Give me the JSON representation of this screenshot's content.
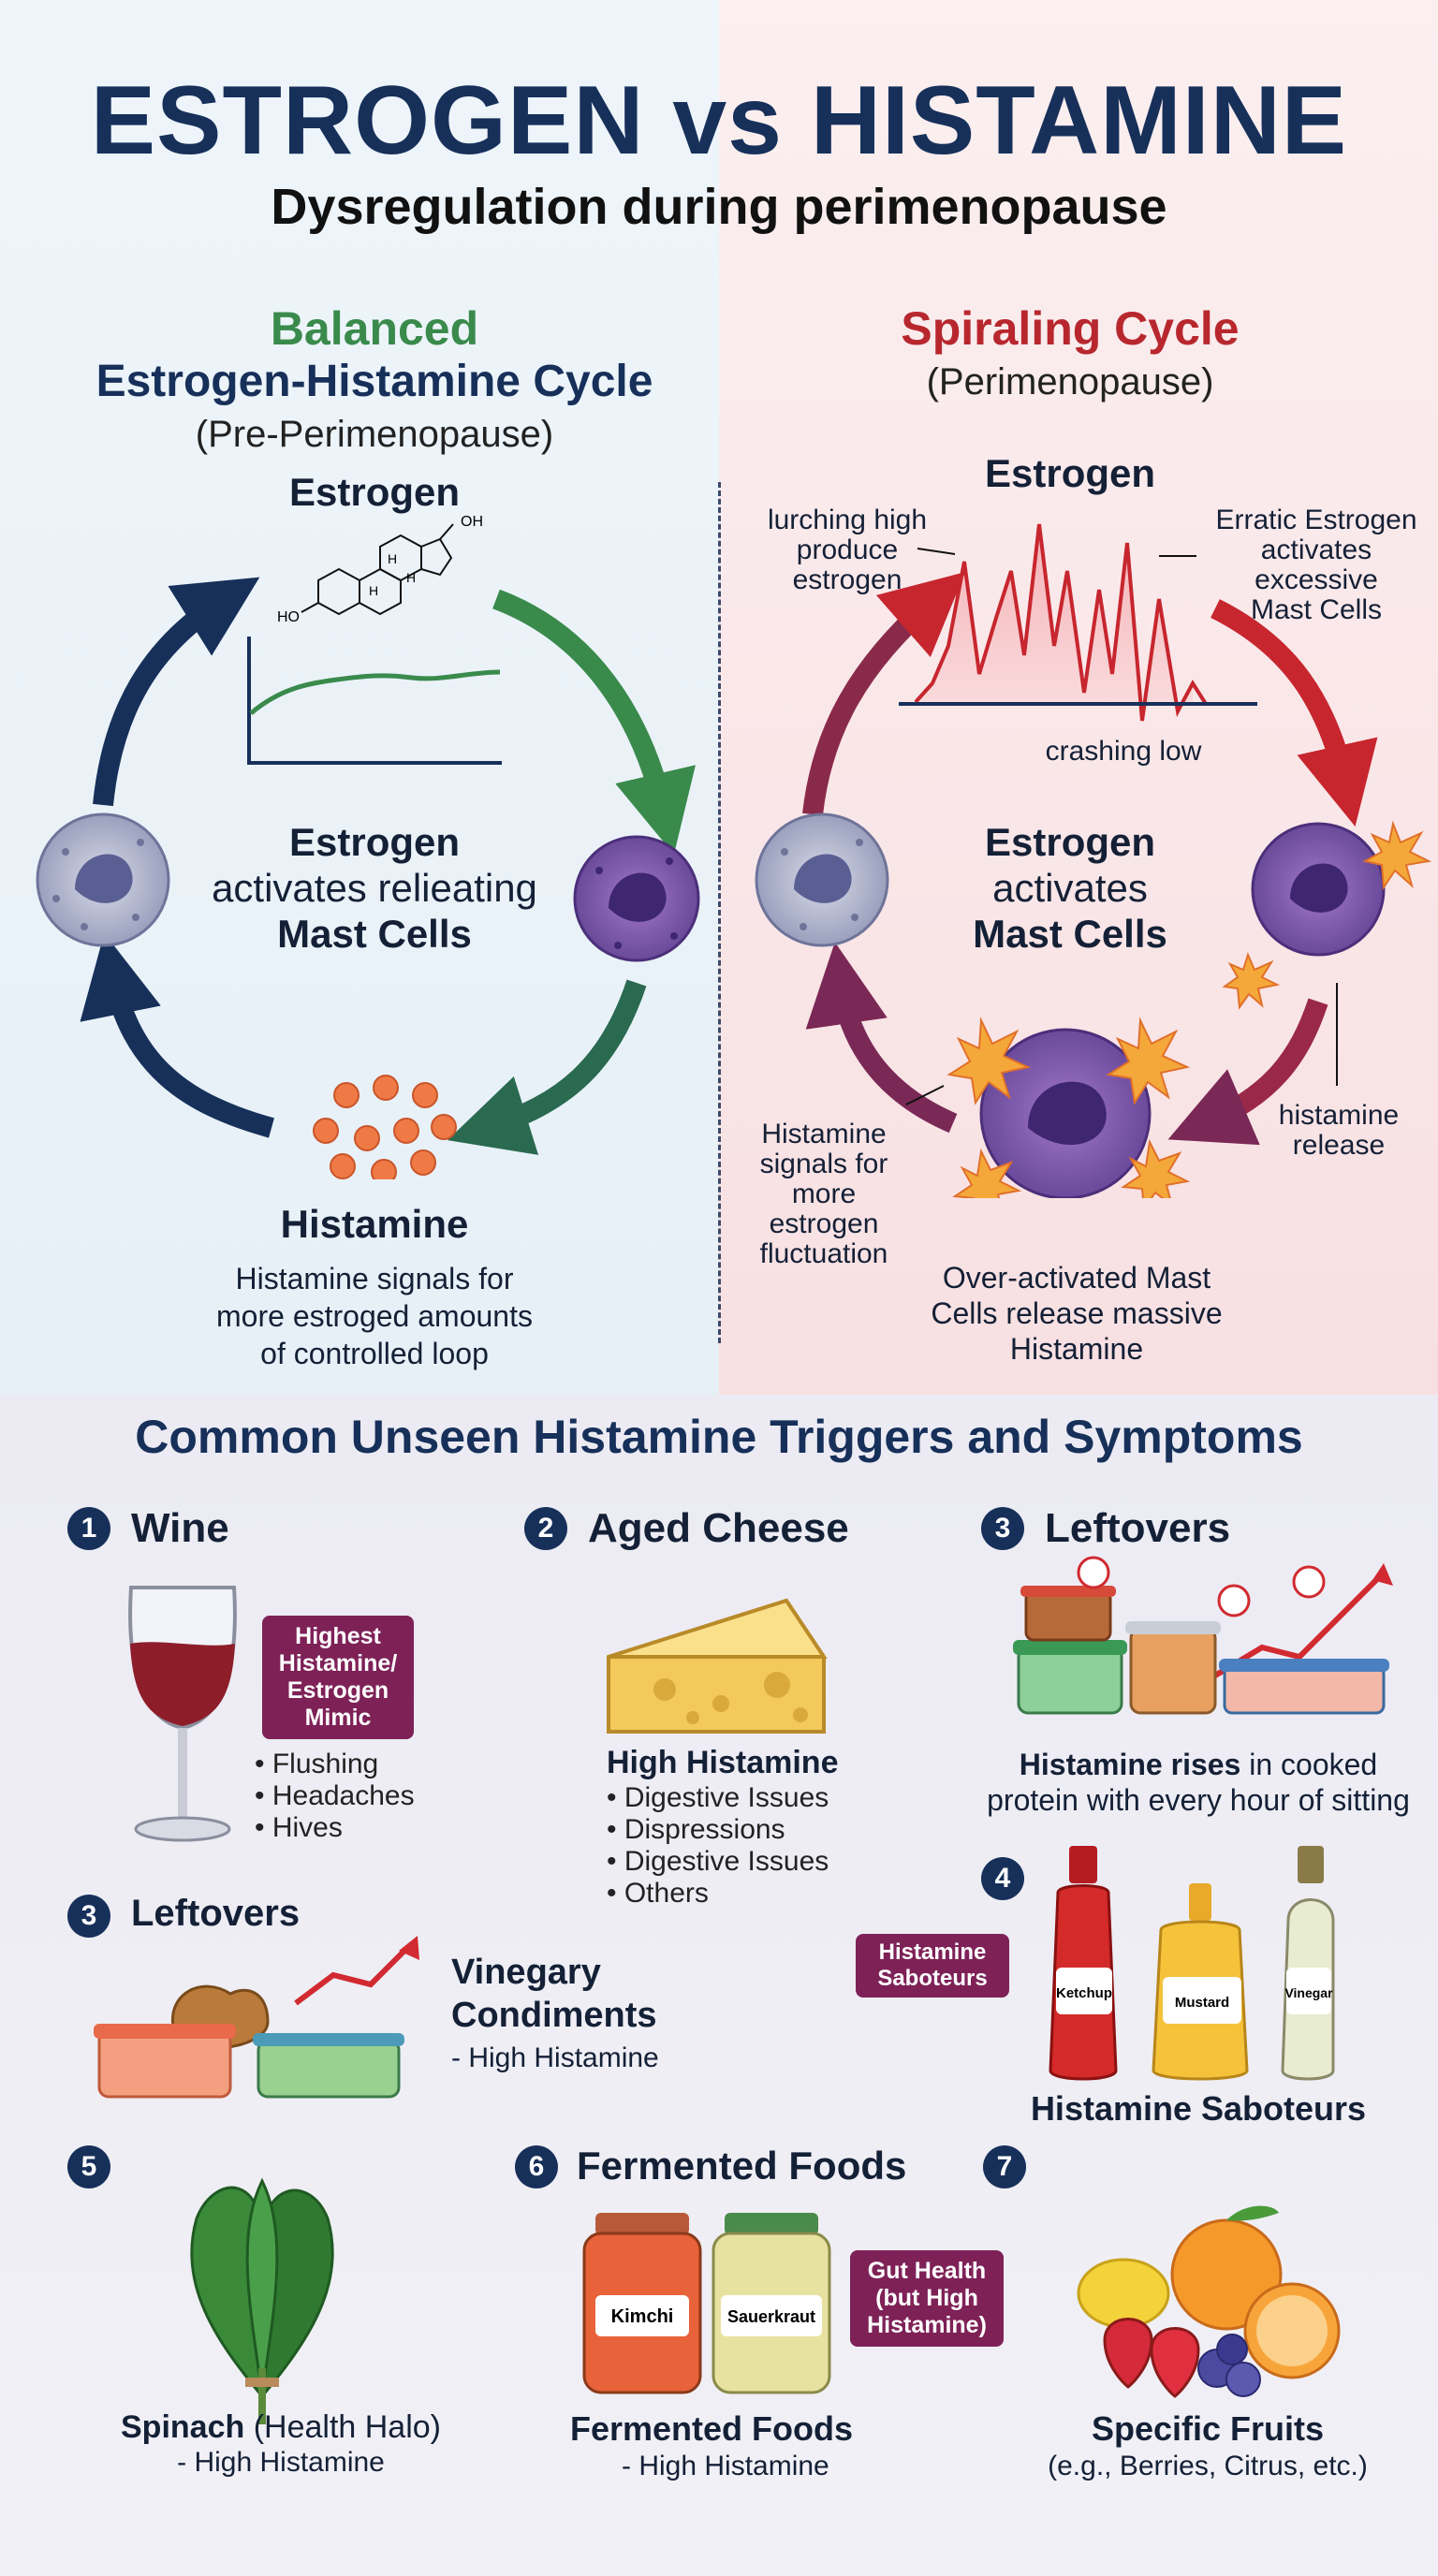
{
  "header": {
    "title": "ESTROGEN vs HISTAMINE",
    "subtitle": "Dysregulation during perimenopause"
  },
  "left_cycle": {
    "heading_1": "Balanced",
    "heading_2": "Estrogen-Histamine Cycle",
    "heading_3": "(Pre-Perimenopause)",
    "top_label": "Estrogen",
    "oh_label": "OH",
    "ho_label": "HO",
    "h_label": "H",
    "center_1": "Estrogen",
    "center_2": "activates relieating",
    "center_3": "Mast Cells",
    "bottom_label": "Histamine",
    "bottom_text_1": "Histamine signals for",
    "bottom_text_2": "more estroged amounts",
    "bottom_text_3": "of controlled loop"
  },
  "right_cycle": {
    "heading_1": "Spiraling Cycle",
    "heading_2": "(Perimenopause)",
    "top_label": "Estrogen",
    "note_lurching": "lurching high\nproduce\nestrogen",
    "note_erratic": "Erratic Estrogen\nactivates\nexcessive\nMast Cells",
    "note_crashing": "crashing low",
    "center_1": "Estrogen",
    "center_2": "activates",
    "center_3": "Mast Cells",
    "note_release": "histamine\nrelease",
    "note_signals": "Histamine\nsignals for\nmore\nestrogen\nfluctuation",
    "bottom_text": "Over-activated Mast\nCells release massive\nHistamine"
  },
  "triggers": {
    "heading": "Common Unseen Histamine Triggers and Symptoms",
    "wine": {
      "num": "1",
      "title": "Wine",
      "badge": "Highest\nHistamine/\nEstrogen\nMimic",
      "symptoms": [
        "• Flushing",
        "• Headaches",
        "• Hives"
      ]
    },
    "cheese": {
      "num": "2",
      "title": "Aged Cheese",
      "label": "High Histamine",
      "symptoms": [
        "• Digestive Issues",
        "• Dispressions",
        "• Digestive Issues",
        "• Others"
      ]
    },
    "leftovers_a": {
      "num": "3",
      "title": "Leftovers",
      "caption_bold": "Histamine rises",
      "caption_rest": " in cooked",
      "caption_2": "protein with every hour of sitting"
    },
    "leftovers_b": {
      "num": "3",
      "title": "Leftovers",
      "side_1": "Vinegary",
      "side_2": "Condiments",
      "side_3": "- High Histamine"
    },
    "condiments": {
      "num": "4",
      "badge": "Histamine\nSaboteurs",
      "ketchup": "Ketchup",
      "mustard": "Mustard",
      "vinegar": "Vinegar",
      "caption": "Histamine Saboteurs"
    },
    "spinach": {
      "num": "5",
      "caption_bold": "Spinach",
      "caption_rest": " (Health Halo)",
      "caption_2": "- High Histamine"
    },
    "fermented": {
      "num": "6",
      "title": "Fermented Foods",
      "kimchi": "Kimchi",
      "sauerkraut": "Sauerkraut",
      "badge": "Gut Health\n(but High\nHistamine)",
      "caption": "Fermented Foods",
      "caption_2": "- High Histamine"
    },
    "fruits": {
      "num": "7",
      "caption": "Specific Fruits",
      "caption_2": "(e.g., Berries, Citrus, etc.)"
    }
  },
  "colors": {
    "navy": "#17305a",
    "green": "#3a8a4c",
    "red": "#b8272e",
    "badge_purple": "#7e2157"
  }
}
